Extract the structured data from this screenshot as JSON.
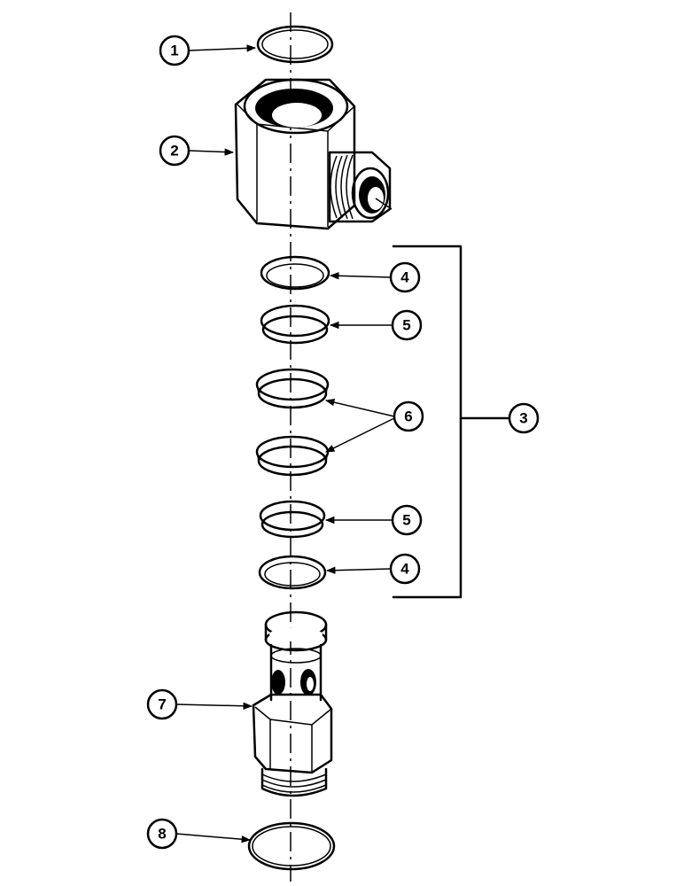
{
  "diagram": {
    "callouts": [
      {
        "id": "c1",
        "label": "1"
      },
      {
        "id": "c2",
        "label": "2"
      },
      {
        "id": "c3",
        "label": "3"
      },
      {
        "id": "c4a",
        "label": "4"
      },
      {
        "id": "c5a",
        "label": "5"
      },
      {
        "id": "c6",
        "label": "6"
      },
      {
        "id": "c5b",
        "label": "5"
      },
      {
        "id": "c4b",
        "label": "4"
      },
      {
        "id": "c7",
        "label": "7"
      },
      {
        "id": "c8",
        "label": "8"
      }
    ]
  }
}
